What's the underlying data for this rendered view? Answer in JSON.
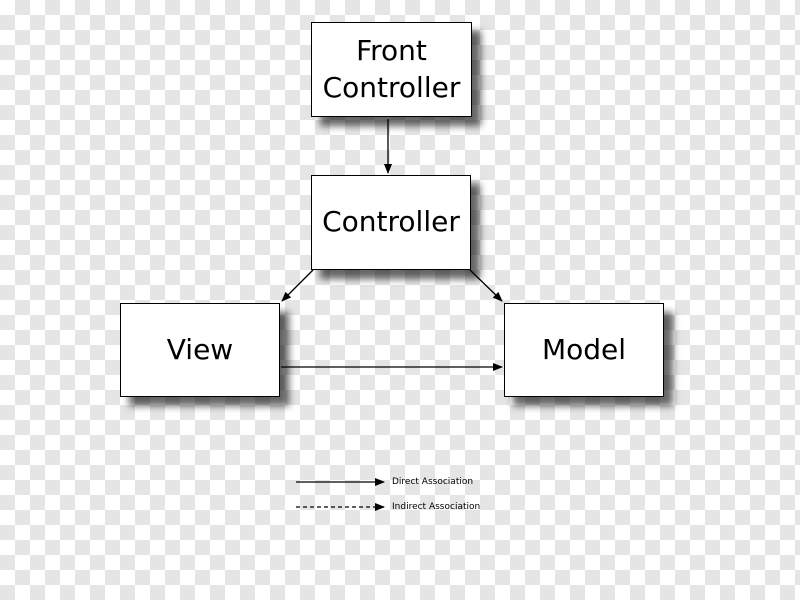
{
  "diagram": {
    "nodes": {
      "front_controller": "Front\nController",
      "controller": "Controller",
      "view": "View",
      "model": "Model"
    },
    "edges": [
      {
        "from": "front_controller",
        "to": "controller",
        "style": "solid"
      },
      {
        "from": "controller",
        "to": "view",
        "style": "solid"
      },
      {
        "from": "controller",
        "to": "model",
        "style": "solid"
      },
      {
        "from": "view",
        "to": "model",
        "style": "solid"
      }
    ],
    "legend": {
      "direct": "Direct Association",
      "indirect": "Indirect Association"
    }
  }
}
